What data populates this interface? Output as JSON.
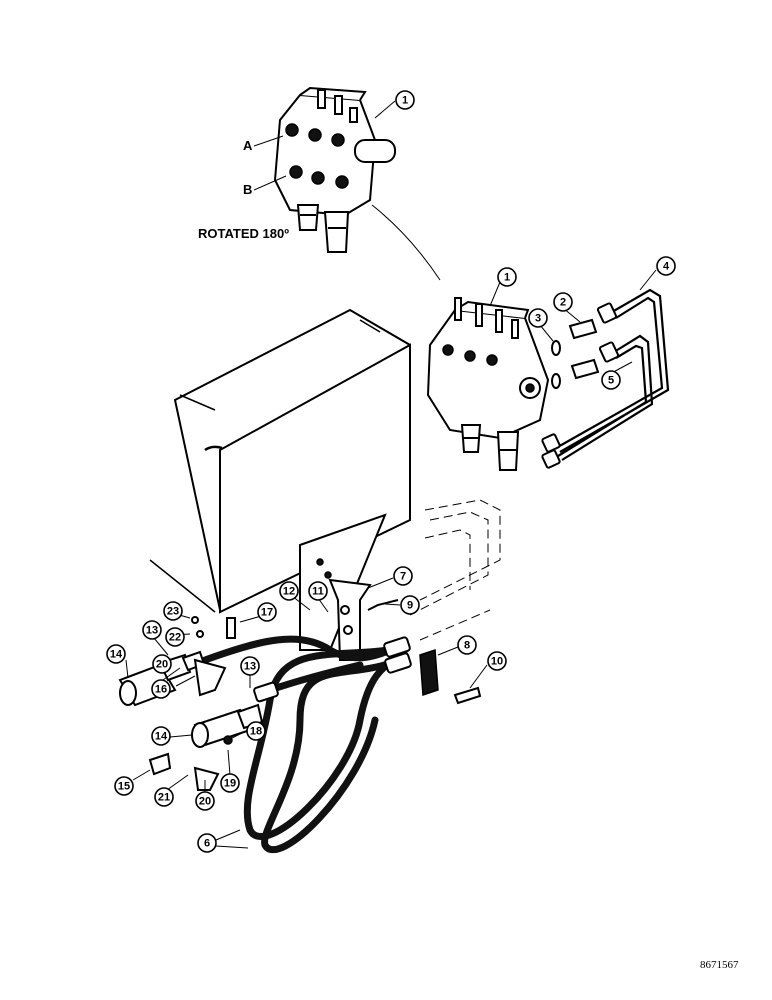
{
  "labels": {
    "rotated": "ROTATED 180º",
    "port_a": "A",
    "port_b": "B",
    "reference": "8671567"
  },
  "callouts": [
    {
      "id": "c1a",
      "text": "1"
    },
    {
      "id": "c1b",
      "text": "1"
    },
    {
      "id": "c2",
      "text": "2"
    },
    {
      "id": "c3",
      "text": "3"
    },
    {
      "id": "c4",
      "text": "4"
    },
    {
      "id": "c5",
      "text": "5"
    },
    {
      "id": "c6",
      "text": "6"
    },
    {
      "id": "c7",
      "text": "7"
    },
    {
      "id": "c8",
      "text": "8"
    },
    {
      "id": "c9",
      "text": "9"
    },
    {
      "id": "c10",
      "text": "10"
    },
    {
      "id": "c11",
      "text": "11"
    },
    {
      "id": "c12",
      "text": "12"
    },
    {
      "id": "c13a",
      "text": "13"
    },
    {
      "id": "c13b",
      "text": "13"
    },
    {
      "id": "c14a",
      "text": "14"
    },
    {
      "id": "c14b",
      "text": "14"
    },
    {
      "id": "c15",
      "text": "15"
    },
    {
      "id": "c16",
      "text": "16"
    },
    {
      "id": "c17",
      "text": "17"
    },
    {
      "id": "c18",
      "text": "18"
    },
    {
      "id": "c19",
      "text": "19"
    },
    {
      "id": "c20a",
      "text": "20"
    },
    {
      "id": "c20b",
      "text": "20"
    },
    {
      "id": "c21",
      "text": "21"
    },
    {
      "id": "c22",
      "text": "22"
    },
    {
      "id": "c23",
      "text": "23"
    }
  ]
}
